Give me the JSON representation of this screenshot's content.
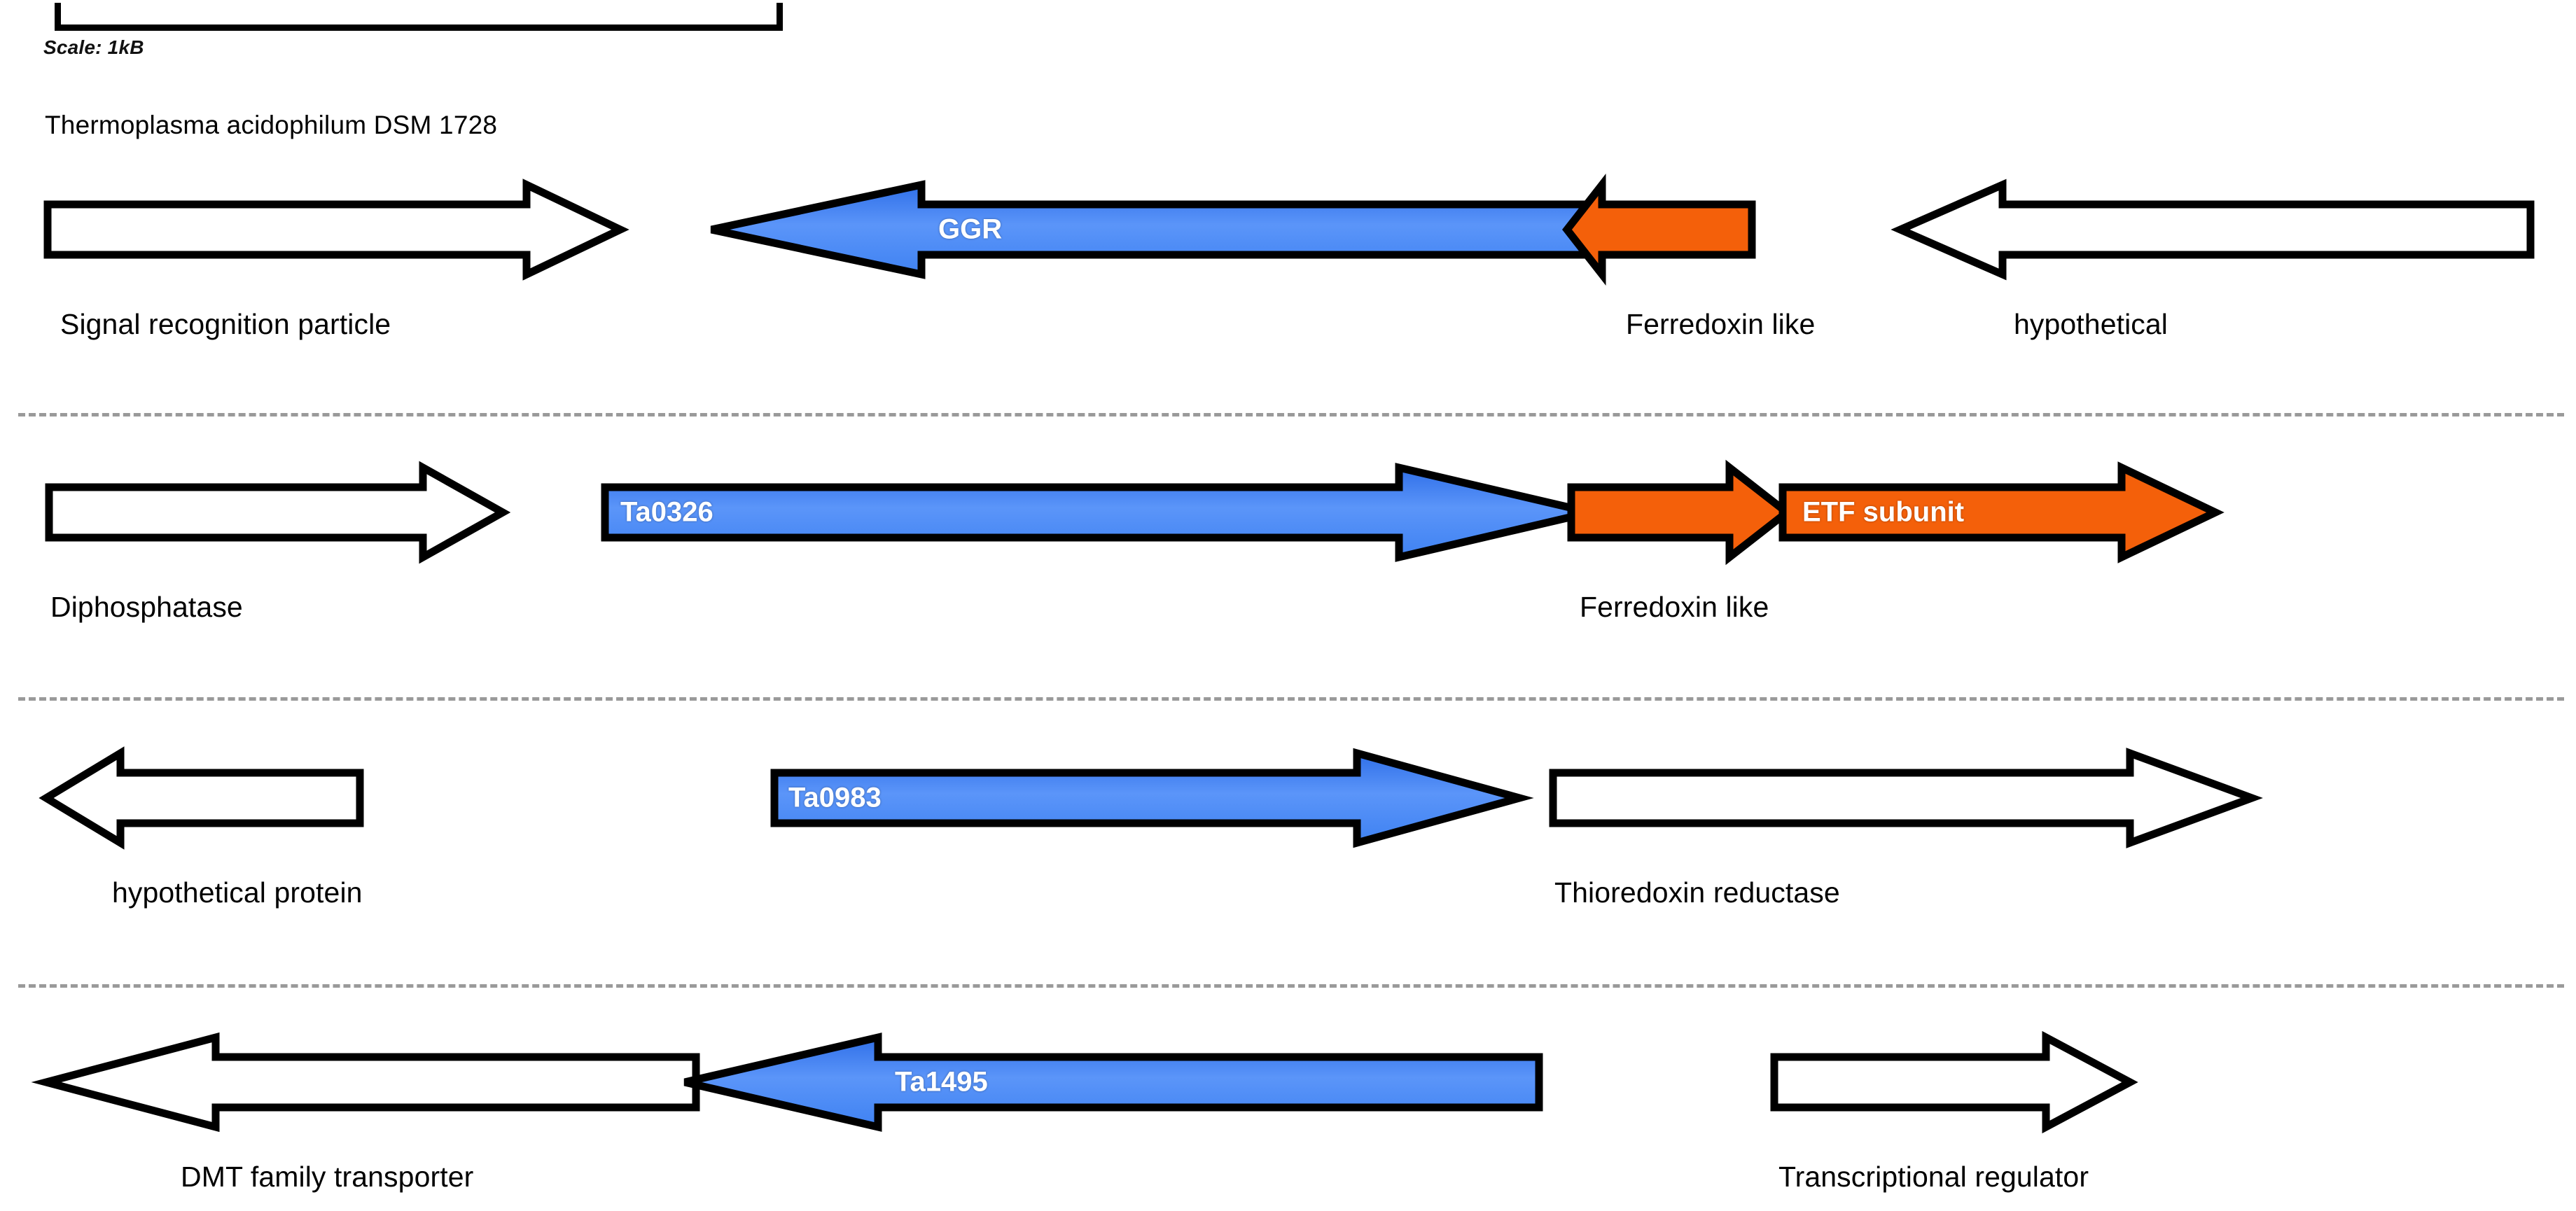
{
  "scale": {
    "label": "Scale: 1kB"
  },
  "organism": {
    "title": "Thermoplasma acidophilum DSM 1728"
  },
  "colors": {
    "gene_blue": "#4a86f7",
    "gene_orange": "#f4600a",
    "gene_white": "#ffffff",
    "outline": "#000000",
    "separator": "#9a9a9a",
    "label_text": "#000000",
    "gene_name_text": "#ffffff"
  },
  "rows": [
    {
      "id": "row-1",
      "genes": [
        {
          "name": "",
          "caption": "Signal recognition particle",
          "color": "white",
          "direction": "right"
        },
        {
          "name": "GGR",
          "caption": "",
          "color": "blue",
          "direction": "left"
        },
        {
          "name": "",
          "caption": "Ferredoxin like",
          "color": "orange",
          "direction": "left"
        },
        {
          "name": "",
          "caption": "hypothetical",
          "color": "white",
          "direction": "left"
        }
      ]
    },
    {
      "id": "row-2",
      "genes": [
        {
          "name": "",
          "caption": "Diphosphatase",
          "color": "white",
          "direction": "right"
        },
        {
          "name": "Ta0326",
          "caption": "",
          "color": "blue",
          "direction": "right"
        },
        {
          "name": "",
          "caption": "Ferredoxin like",
          "color": "orange",
          "direction": "right"
        },
        {
          "name": "ETF subunit",
          "caption": "",
          "color": "orange",
          "direction": "right"
        }
      ]
    },
    {
      "id": "row-3",
      "genes": [
        {
          "name": "",
          "caption": "hypothetical protein",
          "color": "white",
          "direction": "left"
        },
        {
          "name": "Ta0983",
          "caption": "",
          "color": "blue",
          "direction": "right"
        },
        {
          "name": "",
          "caption": "Thioredoxin reductase",
          "color": "white",
          "direction": "right"
        }
      ]
    },
    {
      "id": "row-4",
      "genes": [
        {
          "name": "",
          "caption": "DMT family transporter",
          "color": "white",
          "direction": "left"
        },
        {
          "name": "Ta1495",
          "caption": "",
          "color": "blue",
          "direction": "left"
        },
        {
          "name": "",
          "caption": "Transcriptional regulator",
          "color": "white",
          "direction": "right"
        }
      ]
    }
  ]
}
